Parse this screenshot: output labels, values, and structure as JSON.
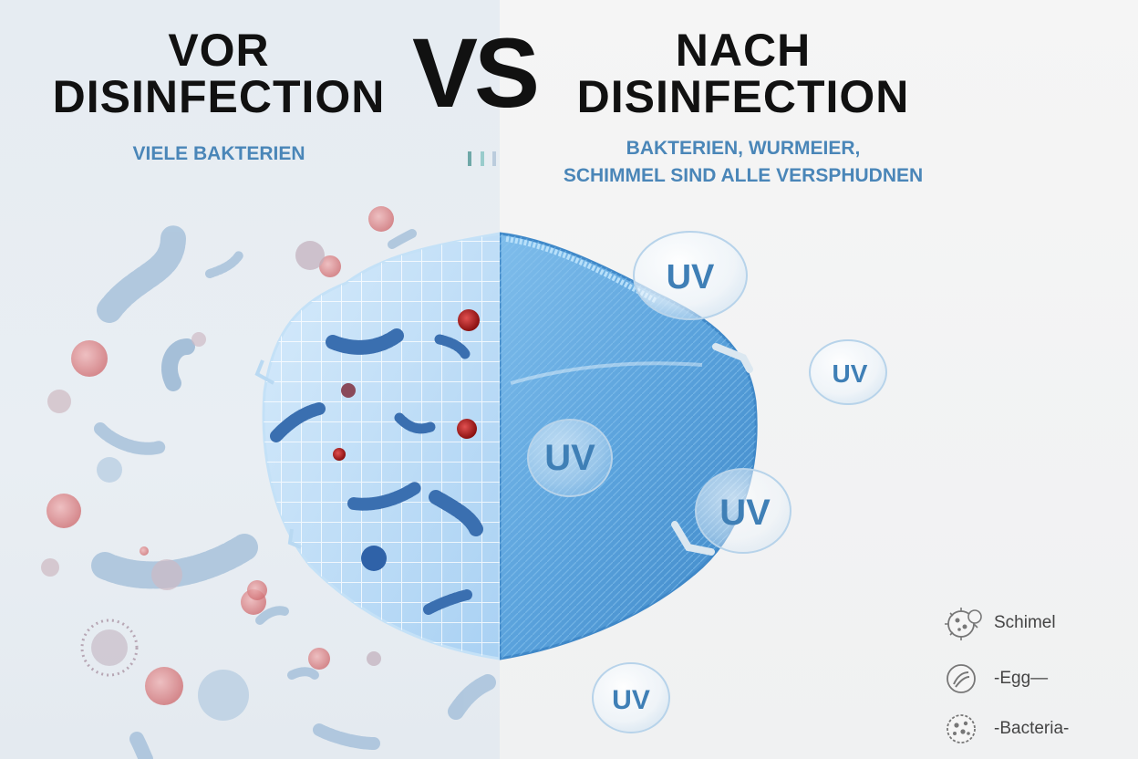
{
  "left": {
    "title_line1": "VOR",
    "title_line2": "DISINFECTION",
    "subtitle": "VIELE BAKTERIEN"
  },
  "vs_label": "VS",
  "right": {
    "title_line1": "NACH",
    "title_line2": "DISINFECTION",
    "subtitle_line1": "BAKTERIEN, WURMEIER,",
    "subtitle_line2": "SCHIMMEL SIND ALLE VERSPHUDNEN"
  },
  "uv_label": "UV",
  "legend": [
    {
      "label": "Schimel",
      "icon": "mold-icon"
    },
    {
      "label": "-Egg—",
      "icon": "egg-icon"
    },
    {
      "label": "-Bacteria-",
      "icon": "bacteria-icon"
    }
  ],
  "colors": {
    "heading": "#111111",
    "subtitle": "#4a86b8",
    "mask_blue": "#5aa2dc",
    "bacteria_red": "#c9474a"
  }
}
